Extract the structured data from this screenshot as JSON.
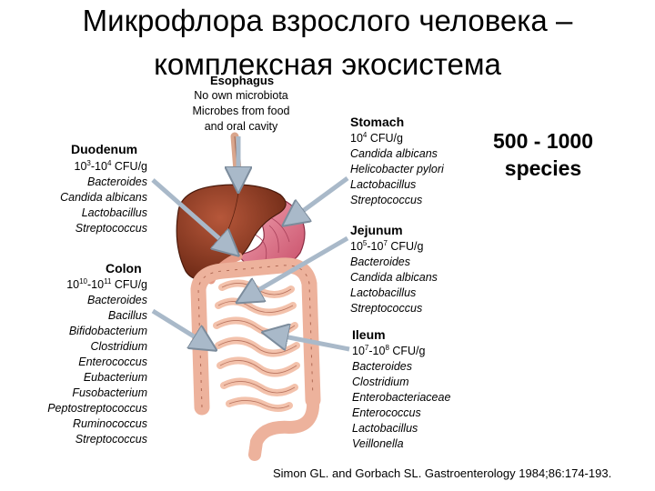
{
  "title": {
    "line1": "Микрофлора взрослого человека –",
    "line2": "комплексная экосистема"
  },
  "esophagus": {
    "heading": "Esophagus",
    "notes": [
      "No own microbiota",
      "Microbes from food",
      "and oral cavity"
    ]
  },
  "duodenum": {
    "heading": "Duodenum",
    "cfu": {
      "base1": "10",
      "exp1": "3",
      "sep": "-10",
      "exp2": "4",
      "unit": " CFU/g"
    },
    "microbes": [
      "Bacteroides",
      "Candida albicans",
      "Lactobacillus",
      "Streptococcus"
    ]
  },
  "colon": {
    "heading": "Colon",
    "cfu": {
      "base1": "10",
      "exp1": "10",
      "sep": "-10",
      "exp2": "11",
      "unit": " CFU/g"
    },
    "microbes": [
      "Bacteroides",
      "Bacillus",
      "Bifidobacterium",
      "Clostridium",
      "Enterococcus",
      "Eubacterium",
      "Fusobacterium",
      "Peptostreptococcus",
      "Ruminococcus",
      "Streptococcus"
    ]
  },
  "stomach": {
    "heading": "Stomach",
    "cfu": {
      "base1": "10",
      "exp1": "4",
      "unit": " CFU/g"
    },
    "microbes": [
      "Candida albicans",
      "Helicobacter pylori",
      "Lactobacillus",
      "Streptococcus"
    ]
  },
  "jejunum": {
    "heading": "Jejunum",
    "cfu": {
      "base1": "10",
      "exp1": "5",
      "sep": "-10",
      "exp2": "7",
      "unit": " CFU/g"
    },
    "microbes": [
      "Bacteroides",
      "Candida albicans",
      "Lactobacillus",
      "Streptococcus"
    ]
  },
  "ileum": {
    "heading": "Ileum",
    "cfu": {
      "base1": "10",
      "exp1": "7",
      "sep": "-10",
      "exp2": "8",
      "unit": " CFU/g"
    },
    "microbes": [
      "Bacteroides",
      "Clostridium",
      "Enterobacteriaceae",
      "Enterococcus",
      "Lactobacillus",
      "Veillonella"
    ]
  },
  "species": {
    "line1": "500 - 1000",
    "line2": "species"
  },
  "citation": "Simon GL. and Gorbach SL. Gastroenterology 1984;86:174-193.",
  "colors": {
    "liver": "#8a3a22",
    "stomach": "#e0728a",
    "intestine": "#f0b8a0",
    "arrow": "#a9b9c9"
  }
}
